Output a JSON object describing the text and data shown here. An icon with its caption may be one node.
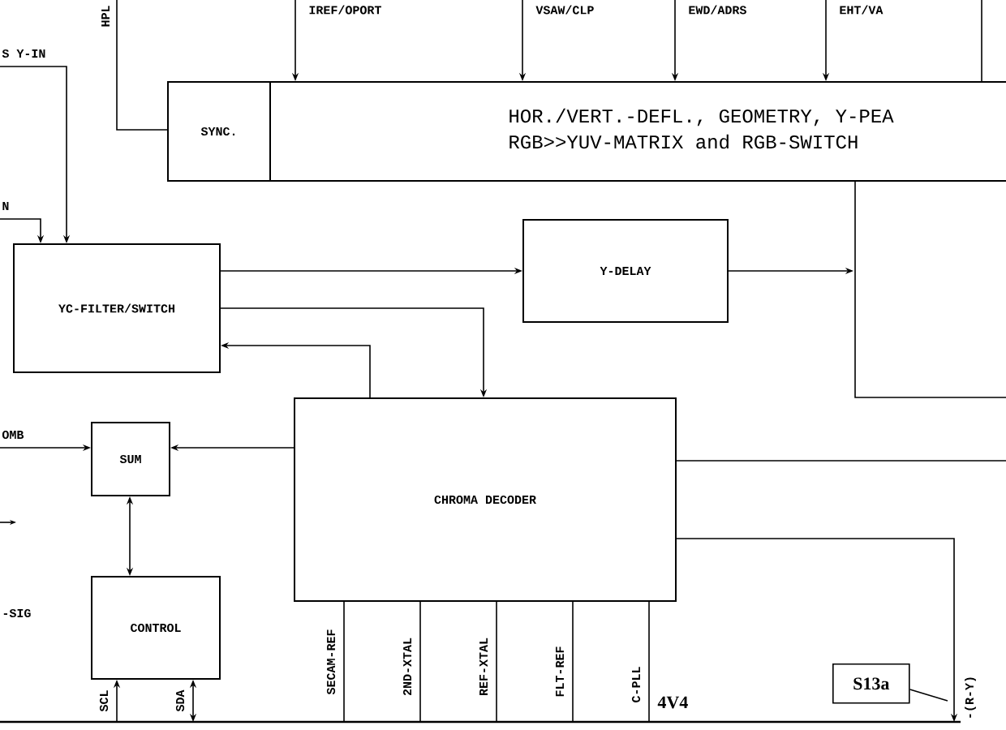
{
  "diagram": {
    "nodes": [
      {
        "text": [
          "SYNC."
        ]
      },
      {
        "text": [
          "HOR./VERT.-DEFL., GEOMETRY, Y-PEA",
          "RGB>>YUV-MATRIX and RGB-SWITCH"
        ]
      },
      {
        "text": [
          "YC-FILTER/SWITCH"
        ]
      },
      {
        "text": [
          "Y-DELAY"
        ]
      },
      {
        "text": [
          "CHROMA DECODER"
        ]
      },
      {
        "text": [
          "SUM"
        ]
      },
      {
        "text": [
          "CONTROL"
        ]
      },
      {
        "text": [
          "S13a"
        ]
      }
    ],
    "edges": [
      {
        "from": null,
        "to": 0,
        "arrow": "none",
        "label": "HPL"
      },
      {
        "from": null,
        "to": 1,
        "arrow": "to",
        "label": "IREF/OPORT"
      },
      {
        "from": null,
        "to": 1,
        "arrow": "to",
        "label": "VSAW/CLP"
      },
      {
        "from": null,
        "to": 1,
        "arrow": "to",
        "label": "EWD/ADRS"
      },
      {
        "from": null,
        "to": 1,
        "arrow": "to",
        "label": "EHT/VA"
      },
      {
        "from": null,
        "to": 1,
        "arrow": "none"
      },
      {
        "from": null,
        "to": 2,
        "arrow": "to",
        "label": "S Y-IN"
      },
      {
        "from": null,
        "to": 2,
        "arrow": "to",
        "label": "N"
      },
      {
        "from": 2,
        "to": 3,
        "arrow": "to"
      },
      {
        "from": 2,
        "to": 4,
        "arrow": "to"
      },
      {
        "from": 4,
        "to": 2,
        "arrow": "to"
      },
      {
        "from": 3,
        "to": null,
        "arrow": "to"
      },
      {
        "from": 1,
        "to": null,
        "arrow": "none"
      },
      {
        "from": 4,
        "to": null,
        "arrow": "none"
      },
      {
        "from": 4,
        "to": null,
        "arrow": "to",
        "label": "-(R-Y)"
      },
      {
        "from": null,
        "to": 5,
        "arrow": "to",
        "label": "OMB"
      },
      {
        "from": 4,
        "to": 5,
        "arrow": "to"
      },
      {
        "from": 5,
        "to": 6,
        "arrow": "both"
      },
      {
        "from": null,
        "to": 6,
        "arrow": "to",
        "label": "SCL"
      },
      {
        "from": null,
        "to": 6,
        "arrow": "both",
        "label": "SDA"
      },
      {
        "from": 4,
        "to": null,
        "arrow": "none",
        "label": "SECAM-REF"
      },
      {
        "from": 4,
        "to": null,
        "arrow": "none",
        "label": "2ND-XTAL"
      },
      {
        "from": 4,
        "to": null,
        "arrow": "none",
        "label": "REF-XTAL"
      },
      {
        "from": 4,
        "to": null,
        "arrow": "none",
        "label": "FLT-REF"
      },
      {
        "from": 4,
        "to": null,
        "arrow": "none",
        "label": "C-PLL"
      },
      {
        "from": 7,
        "to": null,
        "arrow": "none"
      }
    ],
    "labels": [
      "4V4",
      "-SIG"
    ]
  }
}
